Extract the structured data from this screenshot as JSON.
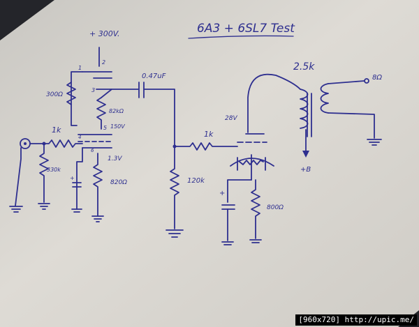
{
  "title": "6A3 + 6SL7 Test",
  "labels": {
    "supply": "+ 300V.",
    "r_plate": "300Ω",
    "pin_1": "1",
    "pin_2": "2",
    "pin_3": "3",
    "pin_4": "4",
    "pin_5": "5",
    "pin_6": "6",
    "r_820": "82kΩ",
    "v_150": "150V",
    "coupling_cap": "0.47uF",
    "r_1k_in": "1k",
    "r_grid_1": "330k",
    "cathode_v": "1.3V",
    "r_cathode": "820Ω",
    "r_120k": "120k",
    "r_1k_grid": "1k",
    "grid_v": "28V",
    "transformer_ratio": "2.5k",
    "output_imp": "8Ω",
    "plus_b": "+B",
    "r_800": "800Ω",
    "cap_plus_1": "+",
    "cap_plus_2": "+"
  },
  "watermark": "[960x720] http://upic.me/"
}
